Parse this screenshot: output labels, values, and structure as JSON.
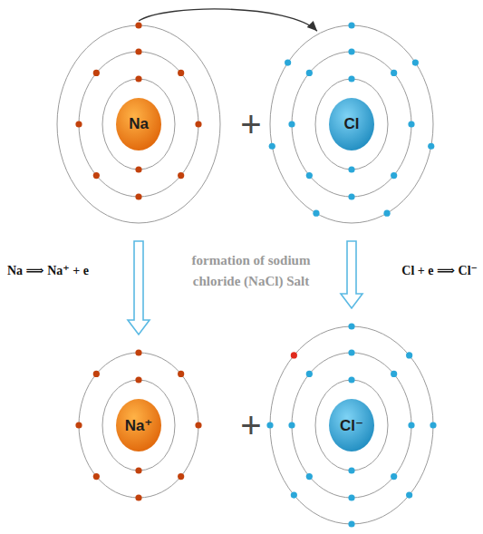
{
  "diagram": {
    "nodes": [
      {
        "text": [
          "Na"
        ]
      },
      {
        "text": [
          "Cl"
        ]
      },
      {
        "text": [
          "Na⁺"
        ]
      },
      {
        "text": [
          "Cl⁻"
        ]
      }
    ],
    "edges": [
      {
        "from": 0,
        "to": 1,
        "arrow": "to"
      },
      {
        "from": 0,
        "to": 2,
        "arrow": "to"
      },
      {
        "from": 1,
        "to": 3,
        "arrow": "to"
      }
    ],
    "labels": [
      "+",
      "Na ⟹ Na⁺ + e",
      "formation of sodium chloride (NaCl) Salt",
      "Cl + e ⟹ Cl⁻",
      "+"
    ]
  }
}
